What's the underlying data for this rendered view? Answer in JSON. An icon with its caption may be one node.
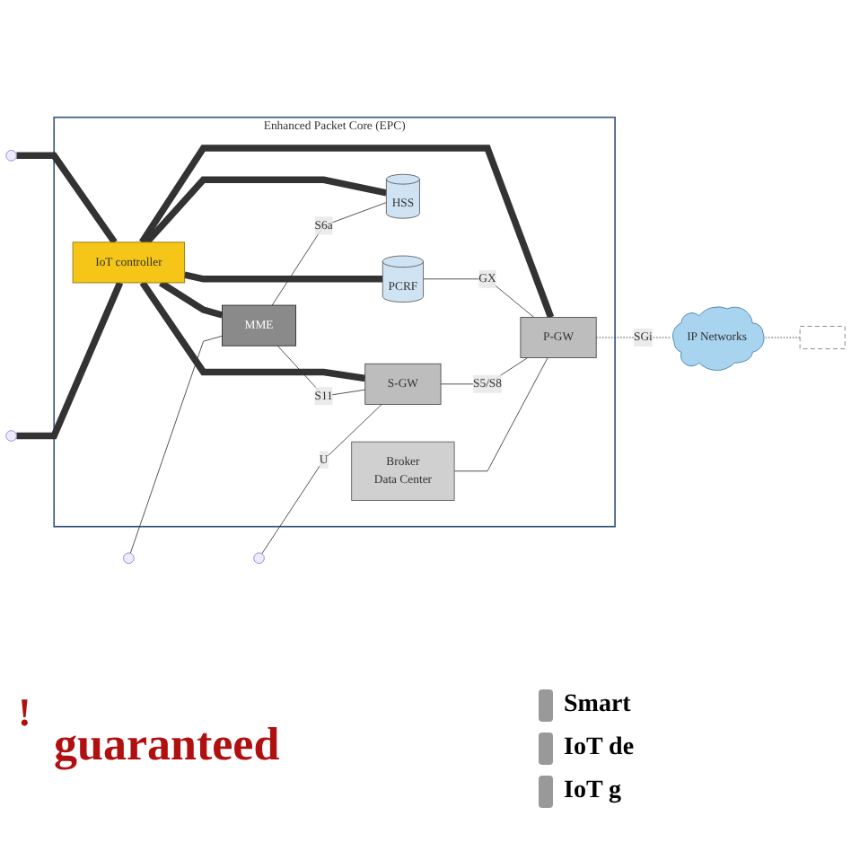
{
  "diagram": {
    "nodes": [
      {
        "text": [
          "Enhanced Packet Core (EPC)"
        ]
      },
      {
        "text": [
          "IoT controller"
        ],
        "in": 0
      },
      {
        "text": [
          "Broker",
          "Data Center"
        ],
        "in": 0
      },
      {
        "text": [
          "MME"
        ],
        "in": 0
      },
      {
        "text": [
          "HSS"
        ],
        "in": 0
      },
      {
        "text": [
          "PCRF"
        ],
        "in": 0
      },
      {
        "text": [
          "S-GW"
        ],
        "in": 0
      },
      {
        "text": [
          "P-GW"
        ],
        "in": 0
      },
      {
        "text": [
          "IP Networks"
        ]
      },
      {
        "text": [],
        "shape": "box"
      }
    ],
    "edges": [
      {
        "from": 1,
        "to": 3,
        "arrow": "none",
        "style": "thick"
      },
      {
        "from": 1,
        "to": 4,
        "arrow": "none",
        "style": "thick"
      },
      {
        "from": 1,
        "to": 5,
        "arrow": "none",
        "style": "thick"
      },
      {
        "from": 1,
        "to": 6,
        "arrow": "none",
        "style": "thick"
      },
      {
        "from": 1,
        "to": 7,
        "arrow": "none",
        "style": "thick"
      },
      {
        "from": null,
        "to": 1,
        "arrow": "none",
        "style": "thick"
      },
      {
        "from": null,
        "to": 1,
        "arrow": "none",
        "style": "thick"
      },
      {
        "from": 3,
        "to": 4,
        "label": "S6a",
        "arrow": "none"
      },
      {
        "from": 3,
        "to": 6,
        "label": "S11",
        "arrow": "none"
      },
      {
        "from": null,
        "to": 3,
        "arrow": "none"
      },
      {
        "from": null,
        "to": 6,
        "label": "U",
        "arrow": "none"
      },
      {
        "from": 5,
        "to": 7,
        "label": "GX",
        "arrow": "none"
      },
      {
        "from": 6,
        "to": 7,
        "label": "S5/S8",
        "arrow": "none"
      },
      {
        "from": 2,
        "to": 7,
        "arrow": "none"
      },
      {
        "from": 7,
        "to": 8,
        "label": "SGi",
        "arrow": "none",
        "style": "dashed"
      },
      {
        "from": 8,
        "to": 9,
        "arrow": "none",
        "style": "dashed"
      }
    ],
    "labels": [
      "!",
      "guaranteed"
    ],
    "legend": [
      {
        "text": "Smart"
      },
      {
        "text": "IoT de"
      },
      {
        "text": "IoT g"
      }
    ]
  }
}
